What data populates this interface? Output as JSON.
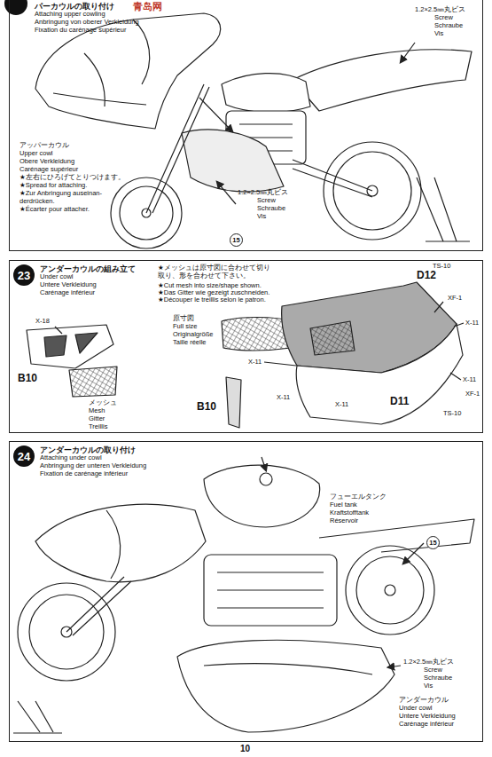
{
  "diagram": {
    "nodes": [
      {
        "text": [
          "パーカウルの取り付け",
          "Attaching upper cowling",
          "Anbringung von oberer Verkleidung",
          "Fixation du carénage supérieur"
        ]
      },
      {
        "text": [
          "15"
        ],
        "in": 0
      },
      {
        "text": [
          "アンダーカウルの組み立て",
          "Under cowl",
          "Untere Verkleidung",
          "Carénage inférieur"
        ]
      },
      {
        "text": [
          "23"
        ],
        "in": 2
      },
      {
        "text": [
          "アンダーカウルの取り付け",
          "Attaching under cowl",
          "Anbringung der unteren Verkleidung",
          "Fixation de carénage inférieur"
        ]
      },
      {
        "text": [
          "24"
        ],
        "in": 4
      },
      {
        "text": [
          "15"
        ],
        "in": 4
      }
    ],
    "labels": [
      "青岛网",
      "1.2×2.5㎜丸ビス",
      "Screw",
      "Schraube",
      "Vis",
      "アッパーカウル",
      "Upper cowl",
      "Obere Verkleidung",
      "Carénage supérieur",
      "★左右にひろげてとりつけます。",
      "★Spread for attaching.",
      "★Zur Anbringung auseinan- derdrücken.",
      "★Écarter pour attacher.",
      "1.2×2.5㎜丸ビス",
      "Screw",
      "Schraube",
      "Vis",
      "★メッシュは原寸図に合わせて切り取り、形を合わせて下さい。",
      "★Cut mesh into size/shape shown.",
      "★Das Gitter wie gezeigt zuschneiden.",
      "★Découper le treillis selon le patron.",
      "原寸図",
      "Full size",
      "Originalgröße",
      "Taille réelle",
      "X-18",
      "B10",
      "メッシュ",
      "Mesh",
      "Gitter",
      "Treillis",
      "B10",
      "TS-10",
      "D12",
      "XF-1",
      "X-11",
      "X-11",
      "X-11",
      "XF-1",
      "X-11",
      "X-11",
      "D11",
      "TS-10",
      "フューエルタンク",
      "Fuel tank",
      "Kraftstofftank",
      "Réservoir",
      "1.2×2.5㎜丸ビス",
      "Screw",
      "Schraube",
      "Vis",
      "アンダーカウル",
      "Under cowl",
      "Untere Verkleidung",
      "Carénage inférieur",
      "10"
    ]
  }
}
